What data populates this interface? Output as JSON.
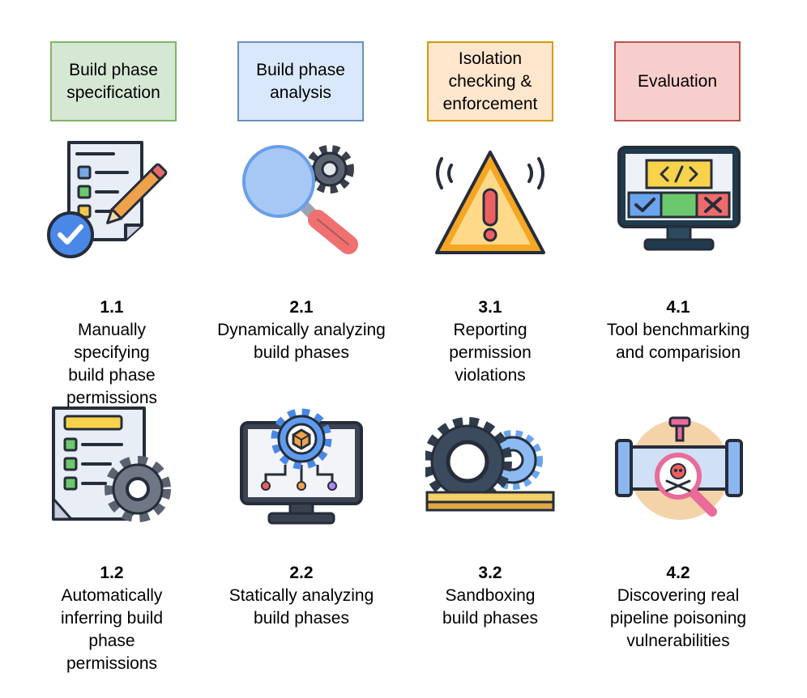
{
  "columns": [
    {
      "header": "Build phase\nspecification",
      "fill": "#d5e8d4",
      "stroke": "#82b366"
    },
    {
      "header": "Build phase\nanalysis",
      "fill": "#dae8fc",
      "stroke": "#6c8ebf"
    },
    {
      "header": "Isolation\nchecking &\nenforcement",
      "fill": "#ffe6cc",
      "stroke": "#d79b00"
    },
    {
      "header": "Evaluation",
      "fill": "#f8cecc",
      "stroke": "#b85450"
    }
  ],
  "items": {
    "i11": {
      "num": "1.1",
      "text": "Manually\nspecifying\nbuild phase\npermissions",
      "icon": "checklist-pencil-icon"
    },
    "i21": {
      "num": "2.1",
      "text": "Dynamically analyzing\nbuild phases",
      "icon": "magnifier-gear-icon"
    },
    "i31": {
      "num": "3.1",
      "text": "Reporting\npermission\nviolations",
      "icon": "warning-icon"
    },
    "i41": {
      "num": "4.1",
      "text": "Tool benchmarking\nand comparision",
      "icon": "monitor-code-icon"
    },
    "i12": {
      "num": "1.2",
      "text": "Automatically\ninferring build\nphase\npermissions",
      "icon": "document-gear-icon"
    },
    "i22": {
      "num": "2.2",
      "text": "Statically analyzing\nbuild phases",
      "icon": "monitor-gear-icon"
    },
    "i32": {
      "num": "3.2",
      "text": "Sandboxing\nbuild phases",
      "icon": "sandbox-gears-icon"
    },
    "i42": {
      "num": "4.2",
      "text": "Discovering real\npipeline poisoning\nvulnerabilities",
      "icon": "pipe-poison-icon"
    }
  }
}
